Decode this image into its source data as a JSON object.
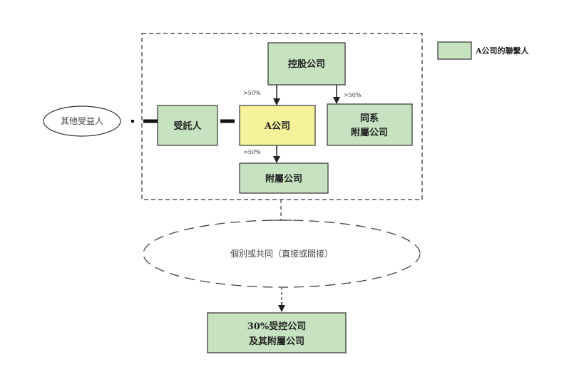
{
  "legend": {
    "label": "A公司的聯繫人",
    "swatch_color": "#c6e2c0"
  },
  "colors": {
    "green_fill": "#c6e2c0",
    "yellow_fill": "#f5f29b",
    "stroke": "#333333"
  },
  "nodes": {
    "holding": "控股公司",
    "a_company": "A公司",
    "fellow_line1": "同系",
    "fellow_line2": "附屬公司",
    "subsidiary": "附屬公司",
    "trustee": "受託人",
    "beneficiaries": "其他受益人",
    "ellipse_label": "個別或共同（直接或間接）",
    "bottom_line1": "30%受控公司",
    "bottom_line2": "及其附屬公司"
  },
  "edge_labels": {
    "holding_to_a": ">50%",
    "holding_to_fellow": ">50%",
    "a_to_subsidiary": ">50%"
  }
}
